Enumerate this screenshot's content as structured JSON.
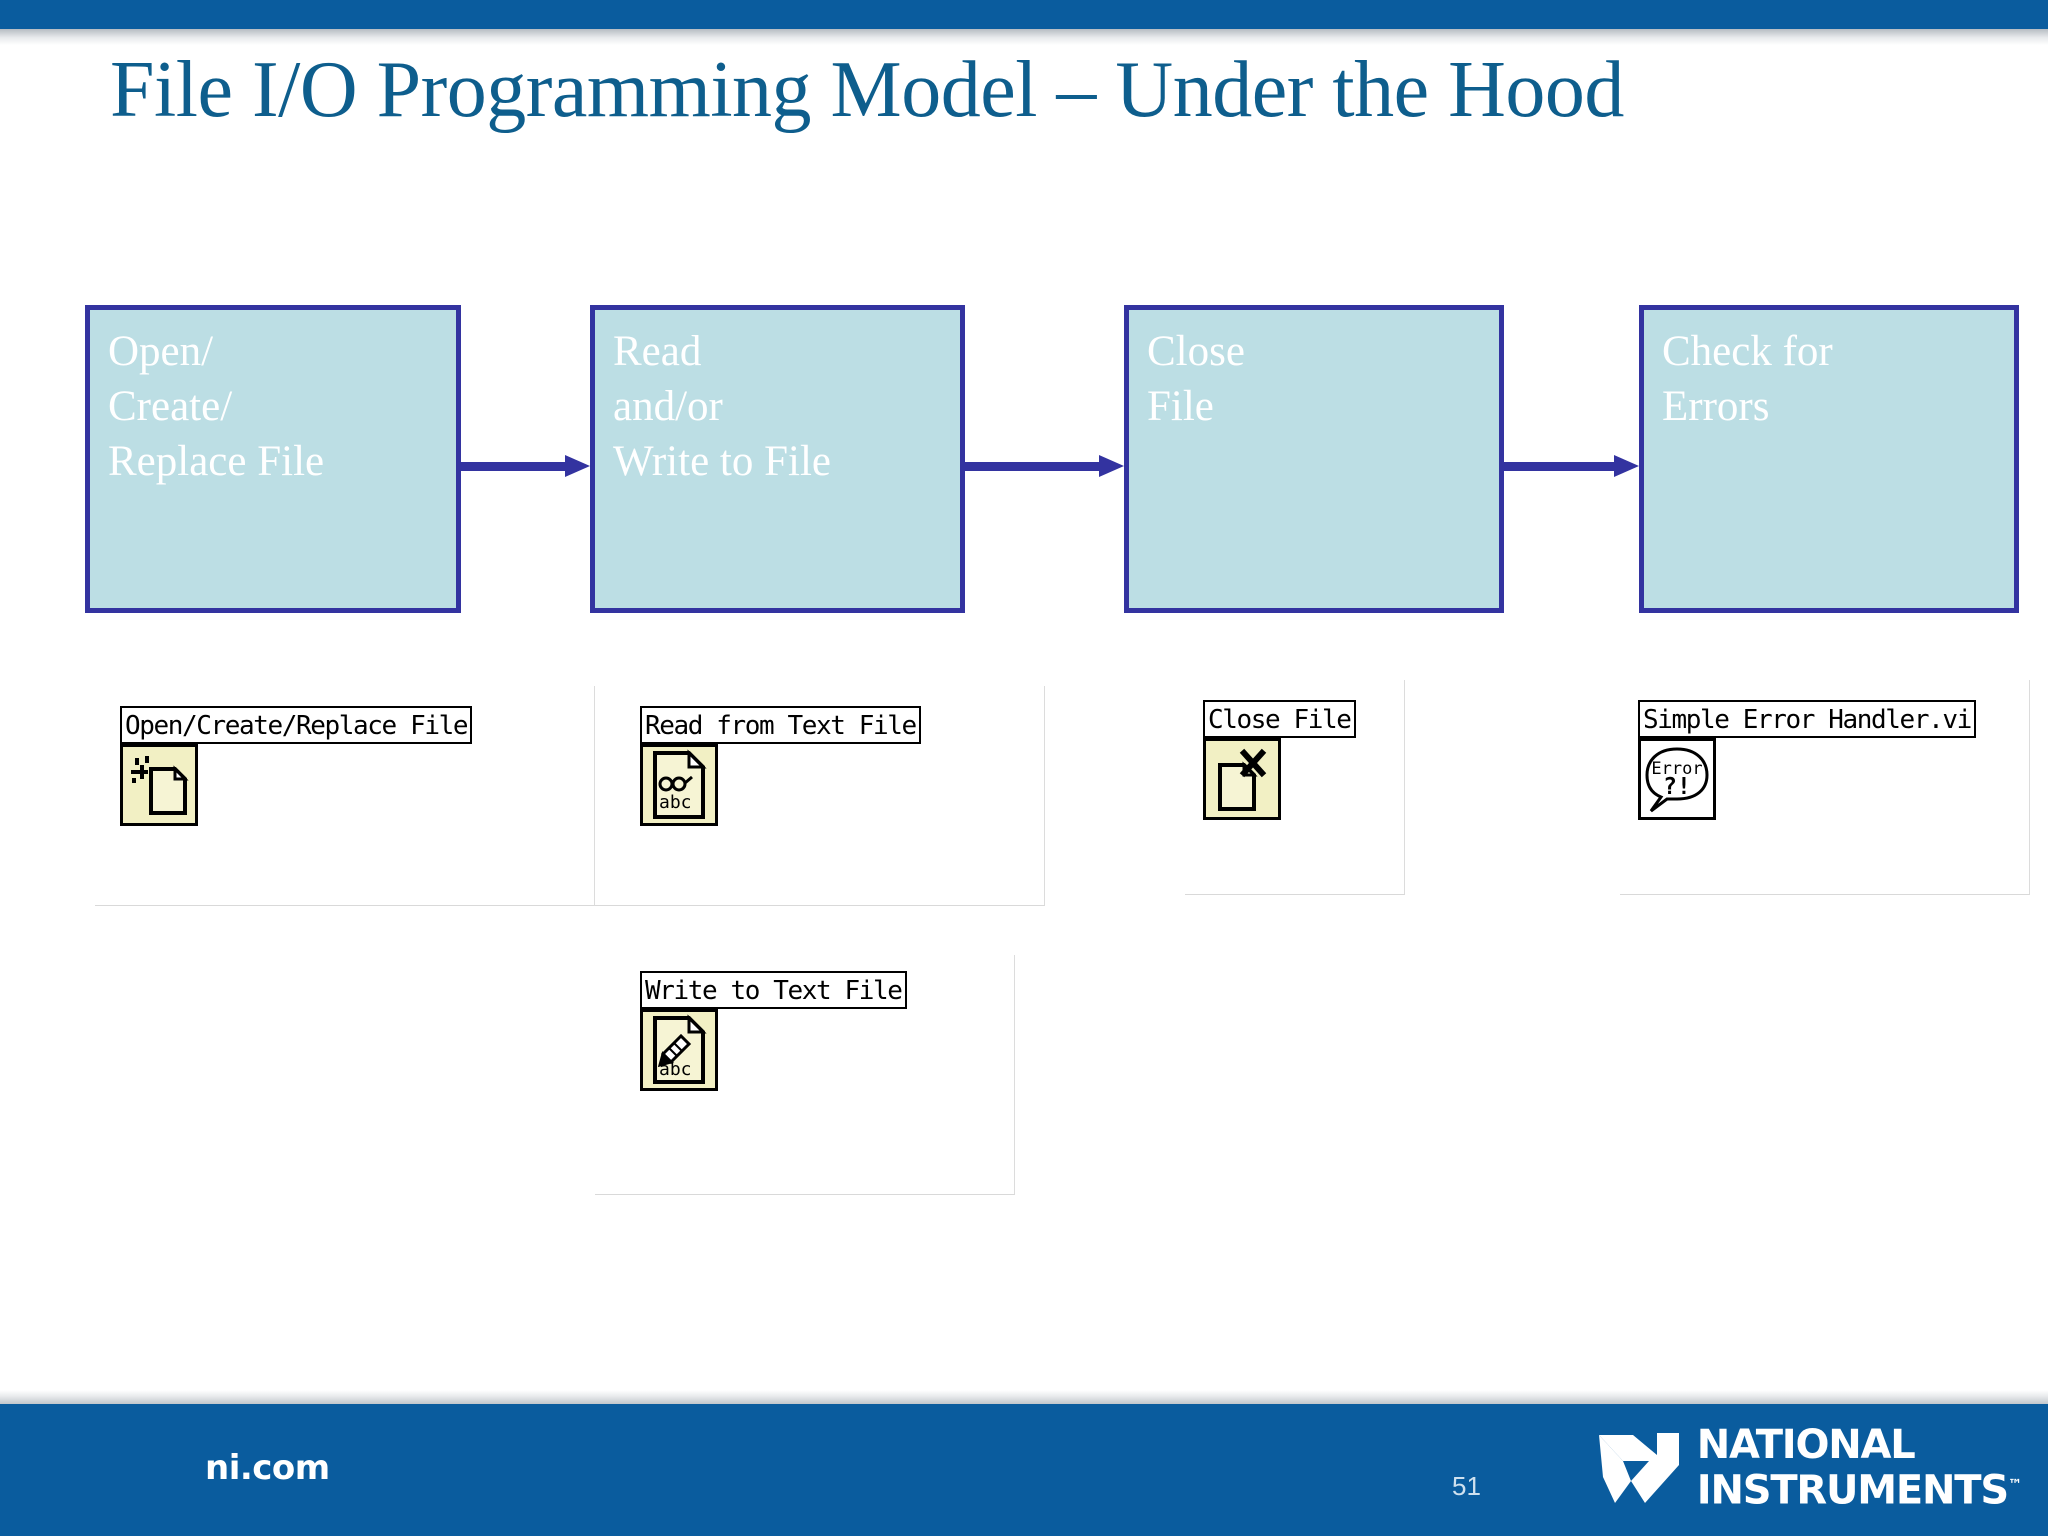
{
  "slide": {
    "title": "File I/O Programming Model – Under the Hood",
    "page_number": "51",
    "colors": {
      "band_blue": "#0a5c9e",
      "title_blue": "#0e5e8d",
      "box_fill": "#bcdee4",
      "box_border": "#3333a0",
      "vi_icon_yellow": "#f2f0c4"
    }
  },
  "flow": {
    "boxes": [
      {
        "label": "Open/\nCreate/\nReplace File"
      },
      {
        "label": "Read\nand/or\nWrite to File"
      },
      {
        "label": "Close\nFile"
      },
      {
        "label": "Check for\nErrors"
      }
    ],
    "arrows": [
      {
        "name": "arrow-open-to-read"
      },
      {
        "name": "arrow-read-to-close"
      },
      {
        "name": "arrow-close-to-check"
      }
    ]
  },
  "vis": [
    {
      "label": "Open/Create/Replace File",
      "icon": "document-with-sparkle-icon",
      "icon_background": "yellow"
    },
    {
      "label": "Read from Text File",
      "icon": "document-glasses-abc-icon",
      "icon_background": "yellow"
    },
    {
      "label": "Close File",
      "icon": "document-with-x-icon",
      "icon_background": "yellow"
    },
    {
      "label": "Simple Error Handler.vi",
      "icon": "error-speech-bubble-icon",
      "icon_background": "white"
    },
    {
      "label": "Write to Text File",
      "icon": "document-pencil-abc-icon",
      "icon_background": "yellow"
    }
  ],
  "footer": {
    "site": "ni.com",
    "logo_line1": "NATIONAL",
    "logo_line2": "INSTRUMENTS",
    "trademark": "™"
  }
}
